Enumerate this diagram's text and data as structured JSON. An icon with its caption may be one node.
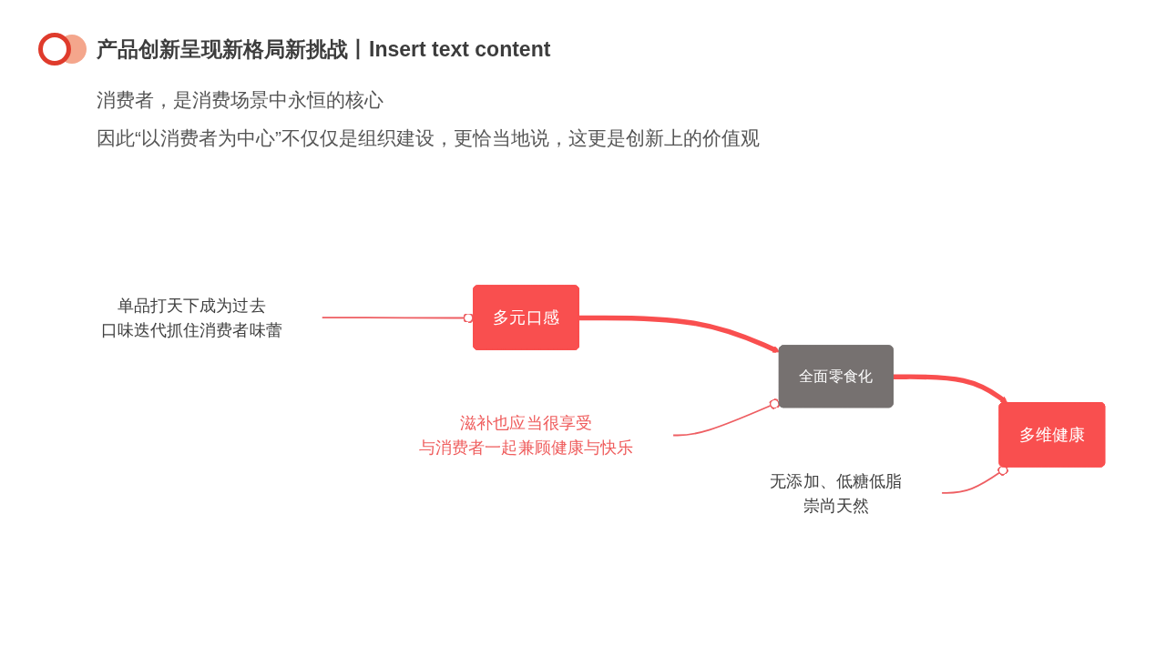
{
  "diagram": {
    "title": "产品创新呈现新格局新挑战丨Insert text content",
    "nodes": [
      {
        "text": [
          "单品打天下成为过去",
          "口味迭代抓住消费者味蕾"
        ]
      },
      {
        "text": [
          "多元口感"
        ]
      },
      {
        "text": [
          "全面零食化"
        ]
      },
      {
        "text": [
          "滋补也应当很享受",
          "与消费者一起兼顾健康与快乐"
        ]
      },
      {
        "text": [
          "无添加、低糖低脂",
          "崇尚天然"
        ]
      },
      {
        "text": [
          "多维健康"
        ]
      }
    ],
    "edges": [
      {
        "from": 1,
        "to": 2,
        "arrow": "to",
        "style": "thick"
      },
      {
        "from": 2,
        "to": 5,
        "arrow": "to",
        "style": "thick"
      },
      {
        "from": 0,
        "to": 1,
        "arrow": "other"
      },
      {
        "from": 3,
        "to": 2,
        "arrow": "other"
      },
      {
        "from": 4,
        "to": 5,
        "arrow": "other"
      }
    ],
    "labels": [
      "消费者，是消费场景中永恒的核心",
      "因此“以消费者为中心”不仅仅是组织建设，更恰当地说，这更是创新上的价值观"
    ]
  }
}
